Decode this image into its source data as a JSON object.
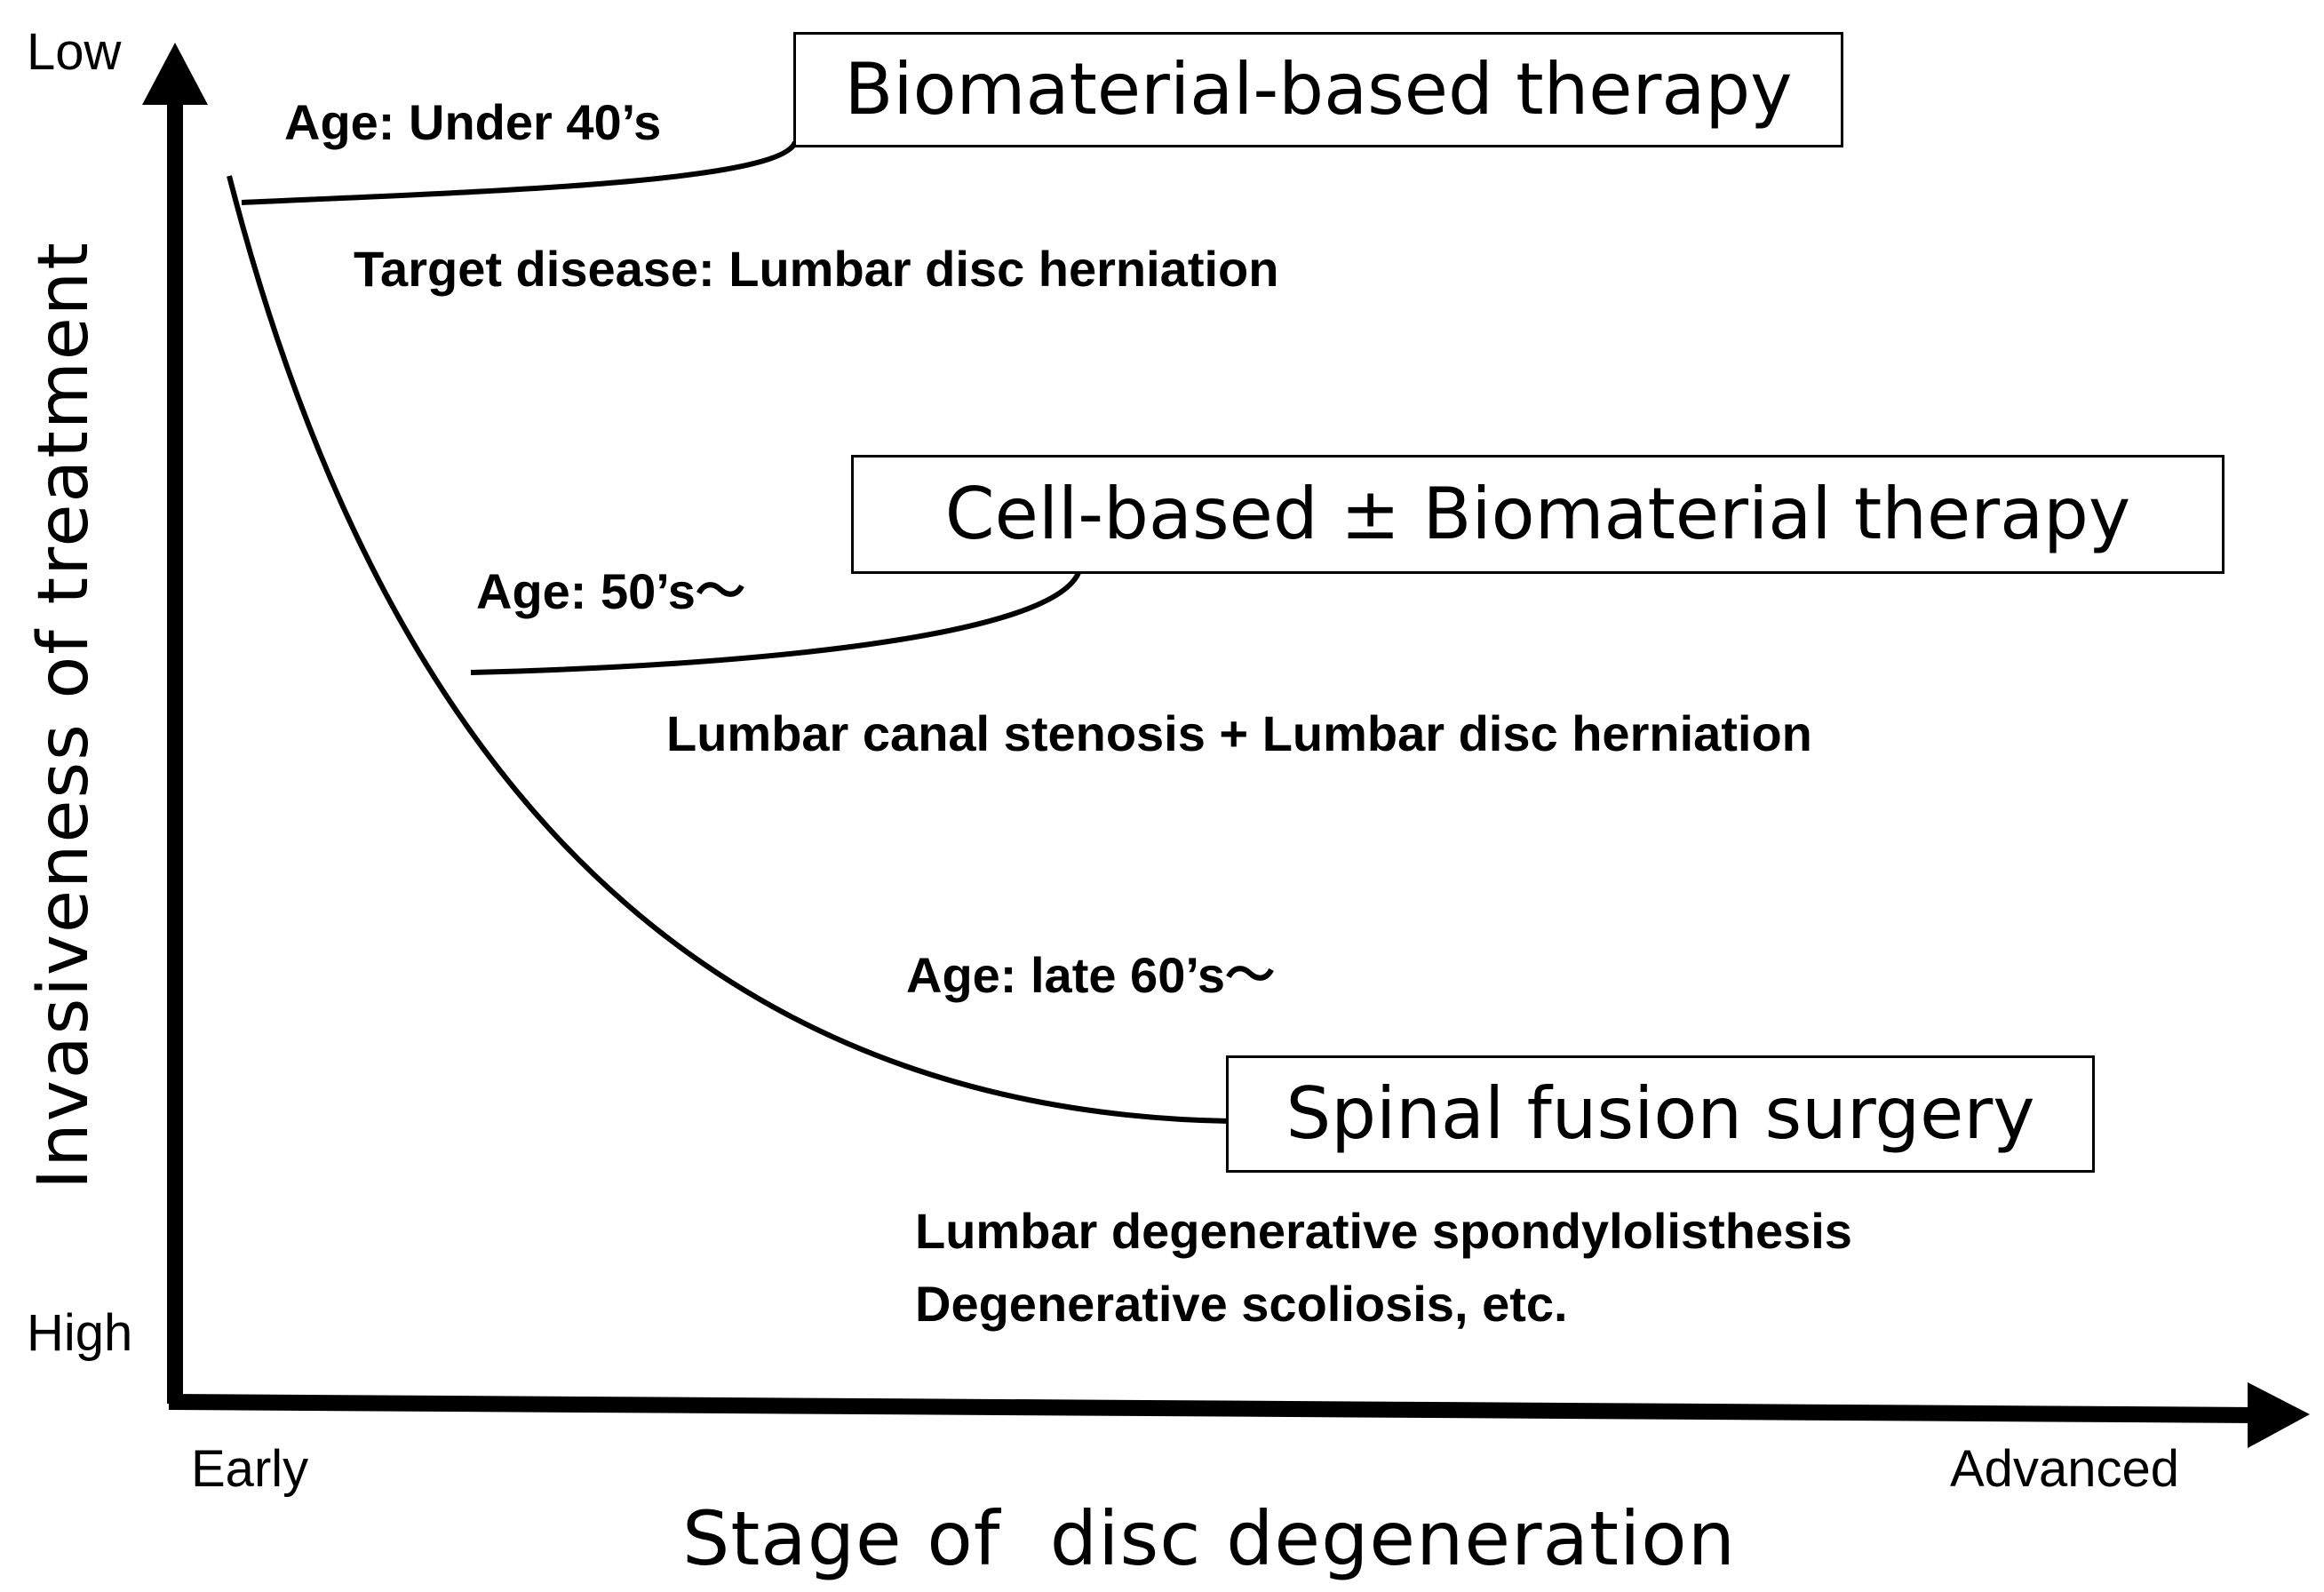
{
  "axes": {
    "y_title": "Invasiveness of treatment",
    "y_top": "Low",
    "y_bottom": "High",
    "x_title": "Stage of  disc degeneration",
    "x_left": "Early",
    "x_right": "Advanced"
  },
  "therapies": [
    {
      "box_label": "Biomaterial-based therapy",
      "age": "Age: Under 40’s",
      "disease": "Target disease: Lumbar disc herniation"
    },
    {
      "box_label": "Cell-based ± Biomaterial therapy",
      "age": "Age: 50’s～",
      "disease": "Lumbar canal stenosis + Lumbar disc herniation"
    },
    {
      "box_label": "Spinal fusion surgery",
      "age": "Age: late 60’s～",
      "disease_lines": [
        "Lumbar degenerative spondylolisthesis",
        "Degenerative scoliosis, etc."
      ]
    }
  ],
  "colors": {
    "line": "#000000",
    "background": "#ffffff"
  }
}
